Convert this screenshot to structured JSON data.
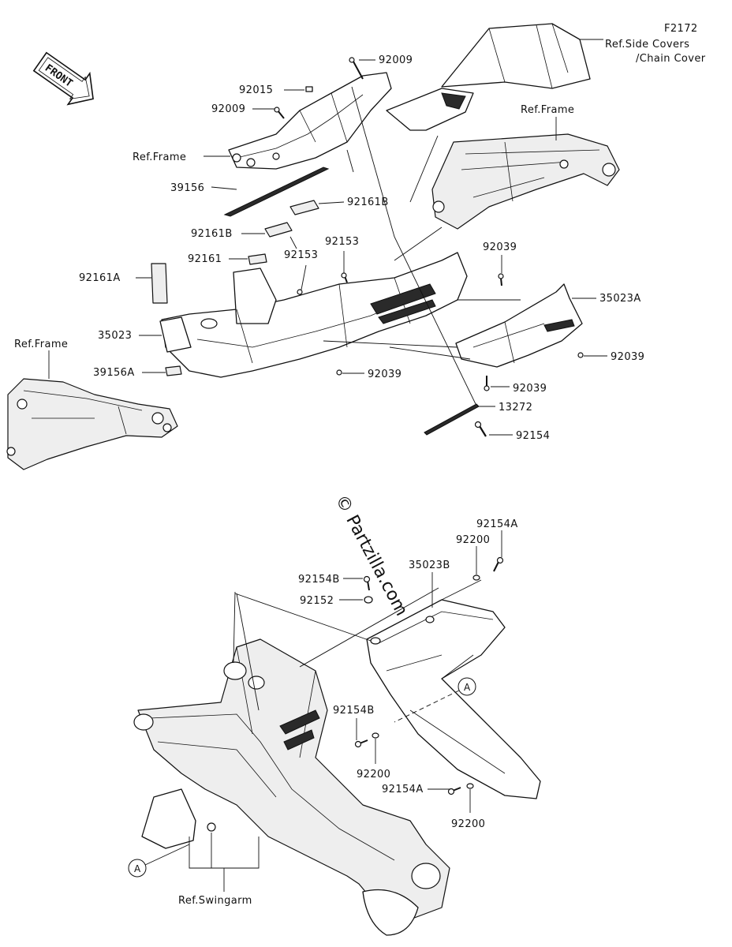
{
  "figure_code": "F2172",
  "front_label": "FRONT",
  "watermark": "© Partzilla.com",
  "labels": {
    "ref_side_covers_1": "Ref.Side Covers",
    "ref_side_covers_2": "/Chain Cover",
    "ref_frame_top": "Ref.Frame",
    "ref_frame_upper": "Ref.Frame",
    "ref_frame_left": "Ref.Frame",
    "ref_swingarm": "Ref.Swingarm",
    "p92009_a": "92009",
    "p92015": "92015",
    "p92009_b": "92009",
    "p39156": "39156",
    "p92161B_a": "92161B",
    "p92161B_b": "92161B",
    "p92161": "92161",
    "p92153_a": "92153",
    "p92153_b": "92153",
    "p92161A": "92161A",
    "p92039_a": "92039",
    "p35023A": "35023A",
    "p35023": "35023",
    "p92039_b": "92039",
    "p39156A": "39156A",
    "p92039_c": "92039",
    "p92039_d": "92039",
    "p13272": "13272",
    "p92154": "92154",
    "p92154A_a": "92154A",
    "p92200_a": "92200",
    "p35023B": "35023B",
    "p92154B_a": "92154B",
    "p92152": "92152",
    "p92154B_b": "92154B",
    "p92200_b": "92200",
    "p92154A_b": "92154A",
    "p92200_c": "92200",
    "callout_a1": "A",
    "callout_a2": "A"
  }
}
